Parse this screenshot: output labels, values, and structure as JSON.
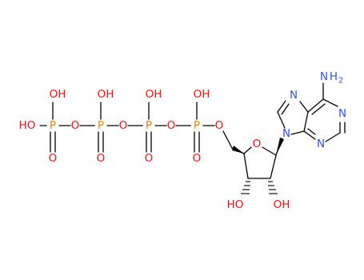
{
  "molecule": {
    "colors": {
      "oxygen": "#ff0d0d",
      "phosphorus": "#ff8000",
      "nitrogen": "#3050f8",
      "carbon_bond": "#000000",
      "background": "#ffffff"
    },
    "phosphate_chain": [
      {
        "p": "P",
        "oh_top": "OH",
        "o_bottom": "O",
        "ho_left": "HO",
        "bridge_o": "O"
      },
      {
        "p": "P",
        "oh_top": "OH",
        "o_bottom": "O",
        "bridge_o": "O"
      },
      {
        "p": "P",
        "oh_top": "OH",
        "o_bottom": "O",
        "bridge_o": "O"
      },
      {
        "p": "P",
        "oh_top": "OH",
        "o_bottom": "O",
        "bridge_o": "O"
      }
    ],
    "sugar": {
      "ring_o": "O",
      "oh_left": "HO",
      "oh_right": "OH"
    },
    "base": {
      "n9": "N",
      "n7": "N",
      "n1": "N",
      "n3": "N",
      "amine_n": "N",
      "amine_h": "H",
      "amine_sub": "2"
    }
  }
}
